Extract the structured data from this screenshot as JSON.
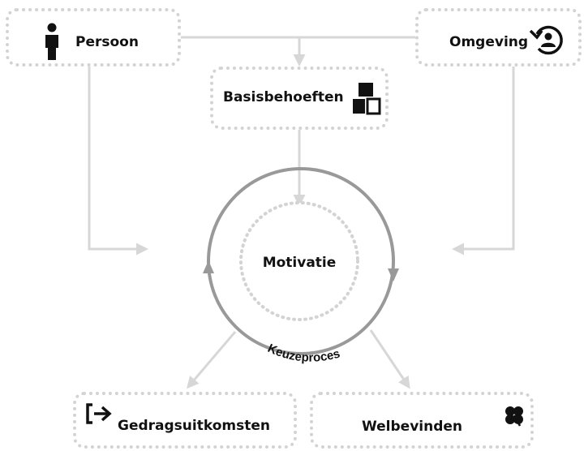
{
  "nodes": {
    "persoon": {
      "label": "Persoon",
      "icon": "person-icon"
    },
    "omgeving": {
      "label": "Omgeving",
      "icon": "user-circle-arrow-icon"
    },
    "basisbehoeften": {
      "label": "Basisbehoeften",
      "icon": "stacked-blocks-icon"
    },
    "motivatie": {
      "label": "Motivatie"
    },
    "gedragsuitkomsten": {
      "label": "Gedragsuitkomsten",
      "icon": "exit-arrow-icon"
    },
    "welbevinden": {
      "label": "Welbevinden",
      "icon": "clover-icon"
    }
  },
  "cycle": {
    "label": "Keuzeproces"
  },
  "colors": {
    "connector": "#d7d7d7",
    "cycle_ring": "#999999",
    "box_border": "#d3d3d3",
    "text": "#111111"
  }
}
